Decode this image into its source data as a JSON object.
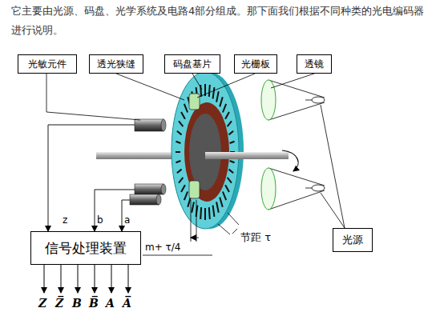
{
  "diagram": {
    "nodes": [
      {
        "text": [
          "光敏元件"
        ]
      },
      {
        "text": [
          "透光狭缝"
        ]
      },
      {
        "text": [
          "码盘基片"
        ]
      },
      {
        "text": [
          "光栅板"
        ]
      },
      {
        "text": [
          "透镜"
        ]
      },
      {
        "text": [
          "信号处理装置"
        ]
      },
      {
        "text": [
          "光源"
        ]
      }
    ],
    "labels": [
      "它主要由光源、码盘、光学系统及电路4部分组成。那下面我们根据不同种类的光电编码器进行说明。",
      "z",
      "b",
      "a",
      "m+ τ/4",
      "节距 τ",
      "Z",
      "Z̅",
      "B",
      "B̅",
      "A",
      "A̅"
    ]
  }
}
